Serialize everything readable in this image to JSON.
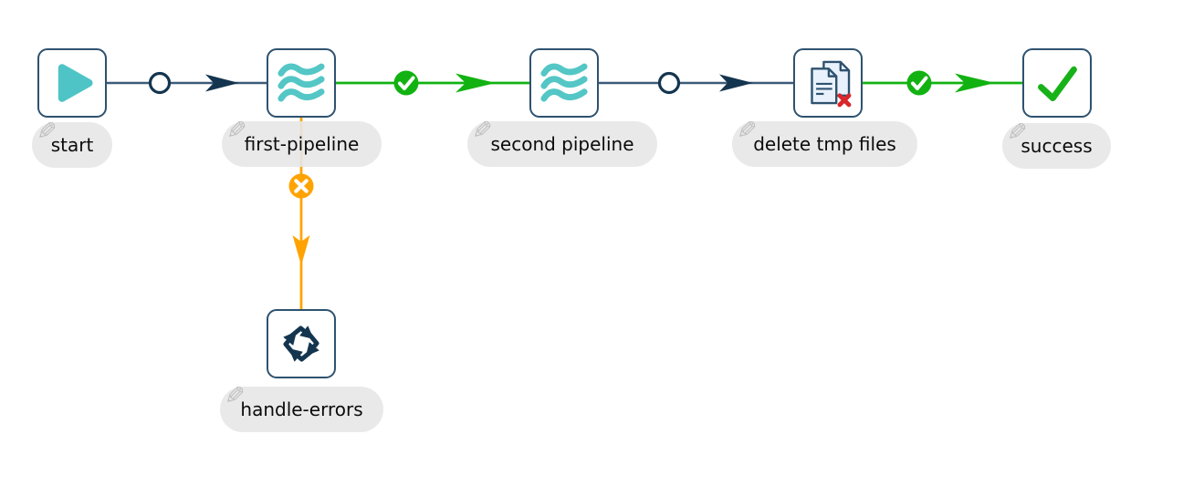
{
  "workflow": {
    "nodes": [
      {
        "id": "start",
        "label": "start",
        "icon": "play-icon",
        "type": "start-action"
      },
      {
        "id": "first-pipeline",
        "label": "first-pipeline",
        "icon": "pipeline-waves-icon",
        "type": "pipeline-action"
      },
      {
        "id": "second-pipeline",
        "label": "second pipeline",
        "icon": "pipeline-waves-icon",
        "type": "pipeline-action"
      },
      {
        "id": "delete-tmp-files",
        "label": "delete tmp files",
        "icon": "delete-files-icon",
        "type": "delete-files-action"
      },
      {
        "id": "success",
        "label": "success",
        "icon": "check-icon",
        "type": "success-action"
      },
      {
        "id": "handle-errors",
        "label": "handle-errors",
        "icon": "arrows-cycle-icon",
        "type": "dummy-action"
      }
    ],
    "hops": [
      {
        "from": "start",
        "to": "first-pipeline",
        "condition": "unconditional"
      },
      {
        "from": "first-pipeline",
        "to": "second pipeline",
        "condition": "on-success"
      },
      {
        "from": "first-pipeline",
        "to": "handle-errors",
        "condition": "on-failure"
      },
      {
        "from": "second pipeline",
        "to": "delete tmp files",
        "condition": "unconditional"
      },
      {
        "from": "delete tmp files",
        "to": "success",
        "condition": "on-success"
      }
    ],
    "colors": {
      "teal": "#4fc4c6",
      "navy_dark": "#14354f",
      "hop_line_slate": "#3d5b78",
      "node_border": "#2e526f",
      "success_green": "#12b212",
      "failure_orange": "#ffa302",
      "delete_red": "#d8262b",
      "label_bg": "#e7e7e7",
      "label_text": "#0b0b0b"
    }
  }
}
